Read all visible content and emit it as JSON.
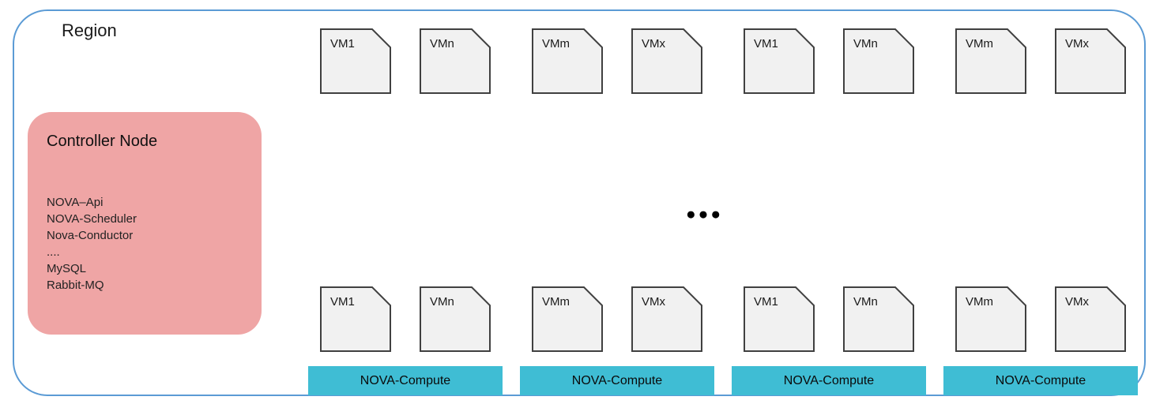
{
  "diagram": {
    "region_label": "Region",
    "controller": {
      "title": "Controller Node",
      "services": [
        "NOVA–Api",
        "NOVA-Scheduler",
        "Nova-Conductor",
        "....",
        "MySQL",
        "Rabbit-MQ"
      ]
    },
    "top_vms": [
      "VM1",
      "VMn",
      "VMm",
      "VMx",
      "VM1",
      "VMn",
      "VMm",
      "VMx"
    ],
    "bottom_vms": [
      "VM1",
      "VMn",
      "VMm",
      "VMx",
      "VM1",
      "VMn",
      "VMm",
      "VMx"
    ],
    "compute_nodes": [
      "NOVA-Compute",
      "NOVA-Compute",
      "NOVA-Compute",
      "NOVA-Compute"
    ],
    "ellipsis": "●●●",
    "colors": {
      "region_border": "#5b9bd5",
      "controller_fill": "#efa5a5",
      "compute_fill": "#3fbdd4",
      "vm_fill": "#f1f1f1",
      "vm_border": "#404040"
    }
  }
}
